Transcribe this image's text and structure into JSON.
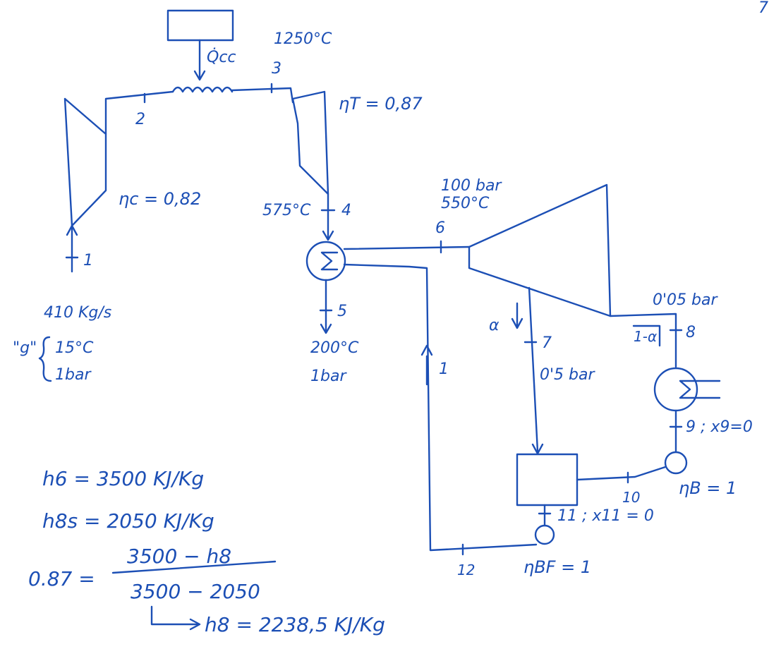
{
  "page_number": "7",
  "gas_cycle": {
    "heat_input": "Q̇cc",
    "t3": "1250°C",
    "state2": "2",
    "state3": "3",
    "eta_t": "ηT = 0,87",
    "eta_c": "ηc = 0,82",
    "state4_temp": "575°C",
    "state4": "4",
    "state1": "1",
    "mass_flow": "410 Kg/s",
    "inlet_label": "\"g\"",
    "inlet_temp": "15°C",
    "inlet_pressure": "1bar",
    "state5": "5",
    "exhaust_temp": "200°C",
    "exhaust_pressure": "1bar"
  },
  "steam_cycle": {
    "p6": "100 bar",
    "t6": "550°C",
    "state6": "6",
    "alpha": "α",
    "state7": "7",
    "p7": "0'5 bar",
    "one_minus_alpha": "1-α",
    "state8": "8",
    "p8": "0'05 bar",
    "state9": "9 ; x9=0",
    "eta_b": "ηB = 1",
    "state10": "10",
    "state11": "11 ; x11 = 0",
    "eta_bf": "ηBF = 1",
    "state12": "12",
    "mass_one": "1"
  },
  "equations": {
    "h6": "h6  =  3500  KJ/Kg",
    "h8s": "h8s  =  2050   KJ/Kg",
    "lhs": "0.87 =",
    "numerator": "3500 − h8",
    "denominator": "3500 − 2050",
    "result": "h8  =  2238,5  KJ/Kg"
  }
}
